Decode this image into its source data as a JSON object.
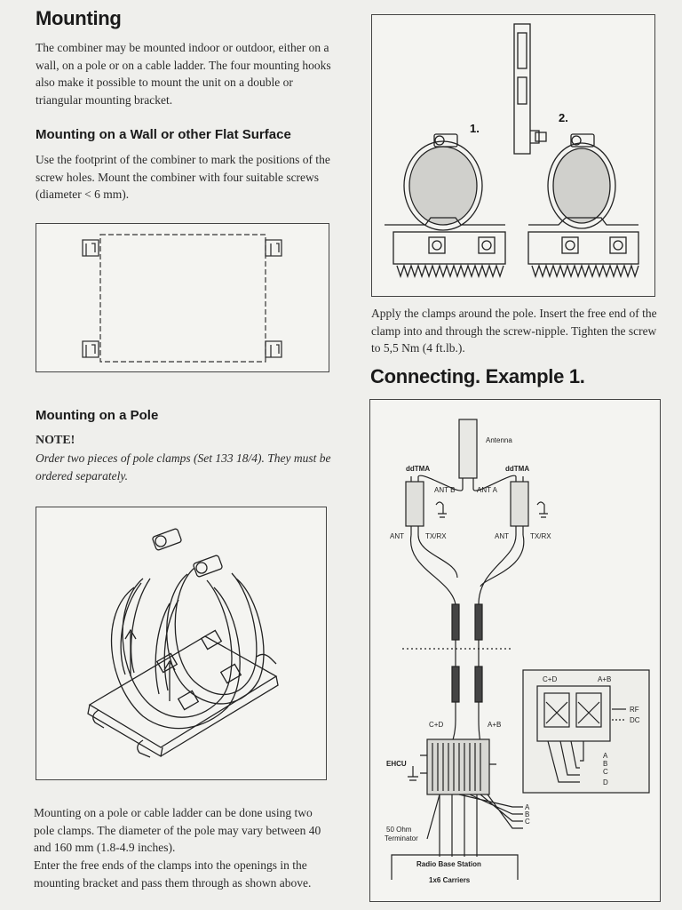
{
  "left": {
    "mounting_title": "Mounting",
    "mounting_text": "The combiner may be mounted indoor or outdoor, either on a wall, on a pole or on a cable ladder. The four mounting hooks also make it possible to mount the unit on a double or triangular mounting bracket.",
    "wall_title": "Mounting on a Wall or other Flat Surface",
    "wall_text": "Use the footprint of the combiner to mark the positions of the screw holes. Mount the combiner with four suitable screws (diameter < 6 mm).",
    "pole_title": "Mounting on a Pole",
    "note_label": "NOTE!",
    "note_text": "Order two pieces of pole clamps (Set 133 18/4). They must be ordered separately.",
    "pole_text_1": "Mounting on a pole or cable ladder can be done using two pole clamps. The diameter of the pole may vary between 40 and 160 mm (1.8-4.9 inches).",
    "pole_text_2": "Enter the free ends of the clamps into the openings in the mounting bracket and pass them through as shown above."
  },
  "right": {
    "clamp_step_1": "1.",
    "clamp_step_2": "2.",
    "clamp_text": "Apply the clamps around the pole. Insert the free end of the clamp into and through the screw-nipple. Tighten the screw to 5,5 Nm (4 ft.lb.).",
    "connect_title": "Connecting. Example 1.",
    "diagram": {
      "antenna": "Antenna",
      "ddtma_left": "ddTMA",
      "ddtma_right": "ddTMA",
      "ant_b": "ANT B",
      "ant_a": "ANT A",
      "ant": "ANT",
      "txrx": "TX/RX",
      "cd": "C+D",
      "ab": "A+B",
      "ehcu": "EHCU",
      "rf": "RF",
      "dc": "DC",
      "a": "A",
      "b": "B",
      "c": "C",
      "d": "D",
      "terminator": "50 Ohm Terminator",
      "terminator_1": "50 Ohm",
      "terminator_2": "Terminator",
      "rbs_1": "Radio Base Station",
      "rbs_2": "1x6 Carriers"
    }
  }
}
